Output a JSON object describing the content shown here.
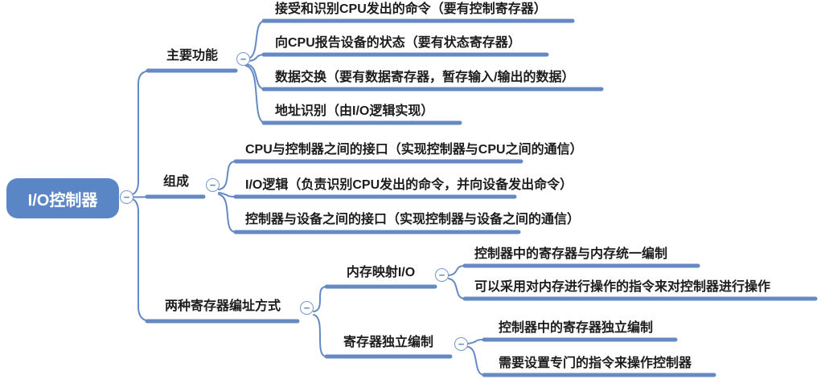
{
  "app": {
    "kind": "mindmap-canvas",
    "background": "#ffffff"
  },
  "colors": {
    "branch_line": "#6489c3",
    "root_fill": "#5b86c5",
    "root_text": "#ffffff",
    "label_text": "#1c1c1c",
    "collapse_border": "#7598cd"
  },
  "icons": {
    "collapse": "−"
  },
  "mindmap": {
    "root": {
      "label": "I/O控制器"
    },
    "branches": [
      {
        "label": "主要功能",
        "children": [
          {
            "label": "接受和识别CPU发出的命令（要有控制寄存器）"
          },
          {
            "label": "向CPU报告设备的状态（要有状态寄存器）"
          },
          {
            "label": "数据交换（要有数据寄存器，暂存输入/输出的数据）"
          },
          {
            "label": "地址识别（由I/O逻辑实现）"
          }
        ]
      },
      {
        "label": "组成",
        "children": [
          {
            "label": "CPU与控制器之间的接口（实现控制器与CPU之间的通信）"
          },
          {
            "label": "I/O逻辑（负责识别CPU发出的命令，并向设备发出命令）"
          },
          {
            "label": "控制器与设备之间的接口（实现控制器与设备之间的通信）"
          }
        ]
      },
      {
        "label": "两种寄存器编址方式",
        "children": [
          {
            "label": "内存映射I/O",
            "children": [
              {
                "label": "控制器中的寄存器与内存统一编制"
              },
              {
                "label": "可以采用对内存进行操作的指令来对控制器进行操作"
              }
            ]
          },
          {
            "label": "寄存器独立编制",
            "children": [
              {
                "label": "控制器中的寄存器独立编制"
              },
              {
                "label": "需要设置专门的指令来操作控制器"
              }
            ]
          }
        ]
      }
    ]
  }
}
